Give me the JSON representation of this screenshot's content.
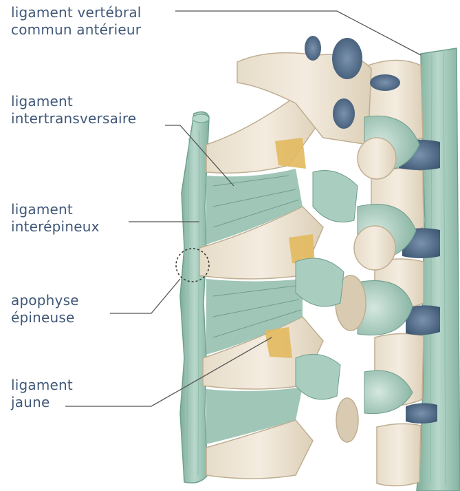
{
  "labels": [
    {
      "id": "anterior-longitudinal-ligament",
      "lines": [
        "ligament vertébral",
        "commun antérieur"
      ]
    },
    {
      "id": "intertransverse-ligament",
      "lines": [
        "ligament",
        "intertransversaire"
      ]
    },
    {
      "id": "interspinous-ligament",
      "lines": [
        "ligament",
        "interépineux"
      ]
    },
    {
      "id": "spinous-process",
      "lines": [
        "apophyse",
        "épineuse"
      ]
    },
    {
      "id": "ligamentum-flavum",
      "lines": [
        "ligament",
        "jaune"
      ]
    }
  ],
  "colors": {
    "bone": "#efe6d6",
    "bone_shadow": "#cdbfa6",
    "ligament": "#a9cdbf",
    "ligament_dark": "#6f9f8e",
    "disc": "#5d7591",
    "flavum": "#e2b95e",
    "label_text": "#3f5777",
    "leader_line": "#555555"
  }
}
